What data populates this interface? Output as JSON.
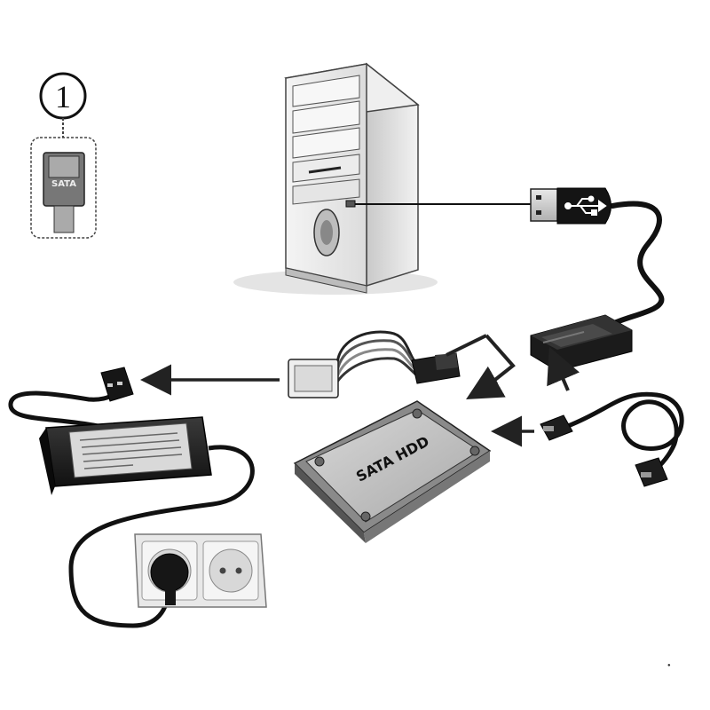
{
  "step_number": "1",
  "detail_connector_label": "SATA",
  "hdd_label": "SATA HDD",
  "usb_symbol": "usb-icon",
  "footnote": "●"
}
